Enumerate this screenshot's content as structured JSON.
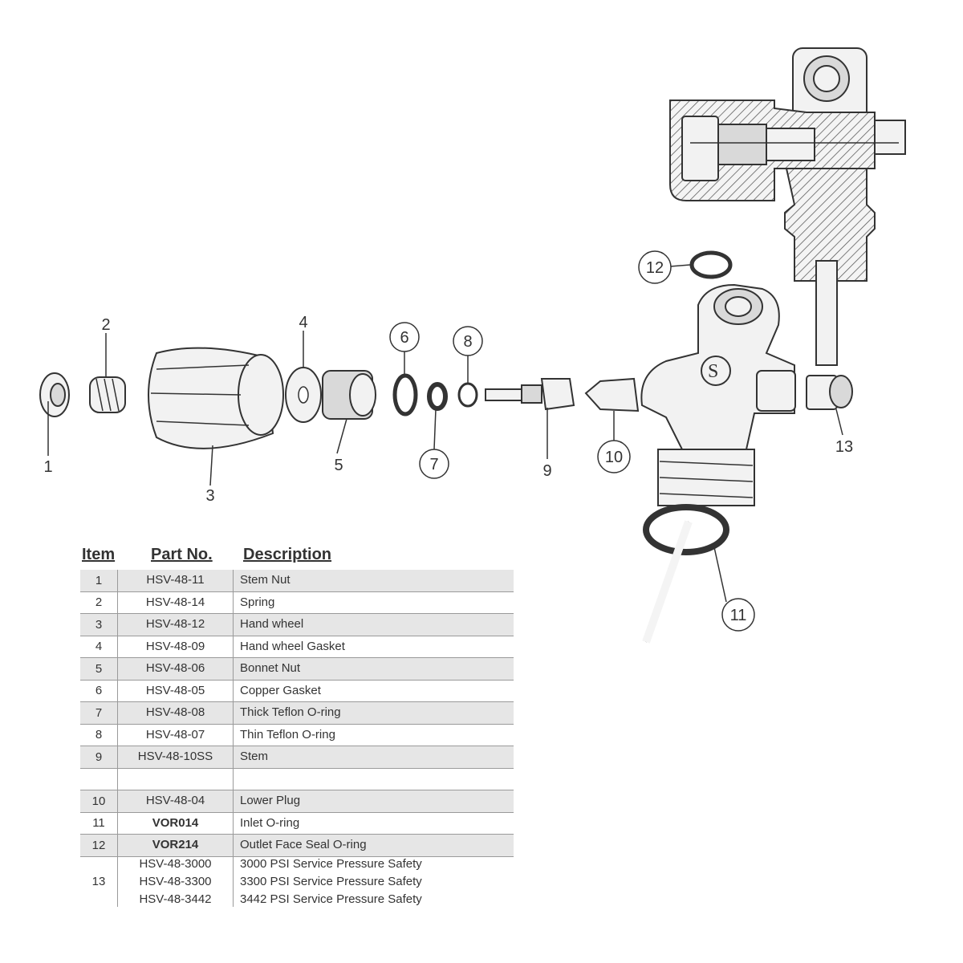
{
  "callouts": [
    {
      "n": "1",
      "circled": false
    },
    {
      "n": "2",
      "circled": false
    },
    {
      "n": "3",
      "circled": false
    },
    {
      "n": "4",
      "circled": false
    },
    {
      "n": "5",
      "circled": false
    },
    {
      "n": "6",
      "circled": true
    },
    {
      "n": "7",
      "circled": true
    },
    {
      "n": "8",
      "circled": true
    },
    {
      "n": "9",
      "circled": false
    },
    {
      "n": "10",
      "circled": true
    },
    {
      "n": "11",
      "circled": true
    },
    {
      "n": "12",
      "circled": true
    },
    {
      "n": "13",
      "circled": false
    }
  ],
  "table": {
    "headers": {
      "item": "Item",
      "part": "Part No.",
      "desc": "Description"
    },
    "rows": [
      {
        "item": "1",
        "parts": [
          "HSV-48-11"
        ],
        "descs": [
          "Stem Nut"
        ]
      },
      {
        "item": "2",
        "parts": [
          "HSV-48-14"
        ],
        "descs": [
          "Spring"
        ]
      },
      {
        "item": "3",
        "parts": [
          "HSV-48-12"
        ],
        "descs": [
          "Hand wheel"
        ]
      },
      {
        "item": "4",
        "parts": [
          "HSV-48-09"
        ],
        "descs": [
          "Hand wheel Gasket"
        ]
      },
      {
        "item": "5",
        "parts": [
          "HSV-48-06"
        ],
        "descs": [
          "Bonnet Nut"
        ]
      },
      {
        "item": "6",
        "parts": [
          "HSV-48-05"
        ],
        "descs": [
          "Copper Gasket"
        ]
      },
      {
        "item": "7",
        "parts": [
          "HSV-48-08"
        ],
        "descs": [
          "Thick Teflon O-ring"
        ]
      },
      {
        "item": "8",
        "parts": [
          "HSV-48-07"
        ],
        "descs": [
          "Thin Teflon O-ring"
        ]
      },
      {
        "item": "9",
        "parts": [
          "HSV-48-10SS"
        ],
        "descs": [
          "Stem"
        ]
      },
      {
        "item": "",
        "parts": [
          ""
        ],
        "descs": [
          ""
        ]
      },
      {
        "item": "10",
        "parts": [
          "HSV-48-04"
        ],
        "descs": [
          "Lower Plug"
        ]
      },
      {
        "item": "11",
        "parts": [
          "VOR014"
        ],
        "descs": [
          "Inlet O-ring"
        ],
        "bold_part": true
      },
      {
        "item": "12",
        "parts": [
          "VOR214"
        ],
        "descs": [
          "Outlet Face Seal O-ring"
        ],
        "bold_part": true
      },
      {
        "item": "13",
        "parts": [
          "HSV-48-3000",
          "HSV-48-3300",
          "HSV-48-3442"
        ],
        "descs": [
          "3000 PSI Service Pressure Safety",
          "3300 PSI Service Pressure Safety",
          "3442 PSI Service Pressure Safety"
        ]
      }
    ]
  },
  "colors": {
    "line": "#333333",
    "row_shade": "#e6e6e6",
    "row_rule": "#9a9a9a"
  }
}
